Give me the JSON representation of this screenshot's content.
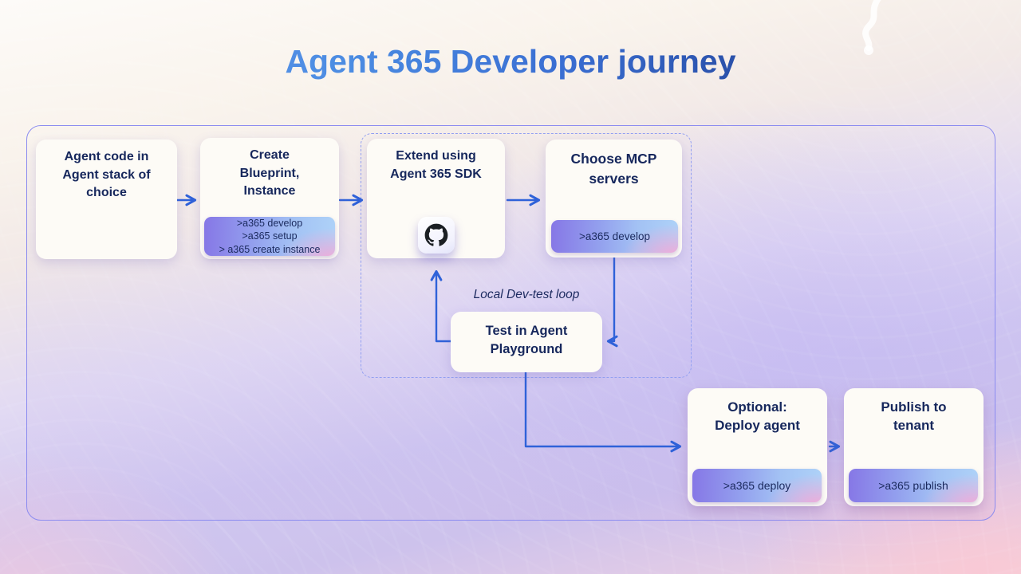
{
  "title": "Agent 365 Developer journey",
  "colors": {
    "arrow": "#2f62d9",
    "container_border": "#8c8cf0",
    "dashed_border": "#93a0f2",
    "text": "#16275c",
    "badge_purple": "#8677e6",
    "badge_blue": "#aed2f8",
    "badge_pink": "#f6a8d6"
  },
  "diagram": {
    "loop_label": "Local Dev-test loop",
    "boxes": [
      {
        "id": "agent-code",
        "label": "Agent code in\nAgent stack of\nchoice"
      },
      {
        "id": "create-blueprint",
        "label": "Create\nBlueprint,\nInstance",
        "commands": [
          ">a365 develop",
          ">a365 setup",
          "> a365 create instance"
        ]
      },
      {
        "id": "extend-sdk",
        "label": "Extend using\nAgent 365 SDK",
        "icon": "github-icon"
      },
      {
        "id": "choose-mcp",
        "label": "Choose MCP\nservers",
        "command": ">a365 develop"
      },
      {
        "id": "test-playground",
        "label": "Test in Agent\nPlayground"
      },
      {
        "id": "deploy",
        "label": "Optional:\nDeploy agent",
        "command": ">a365 deploy"
      },
      {
        "id": "publish",
        "label": "Publish to\ntenant",
        "command": ">a365 publish"
      }
    ]
  }
}
